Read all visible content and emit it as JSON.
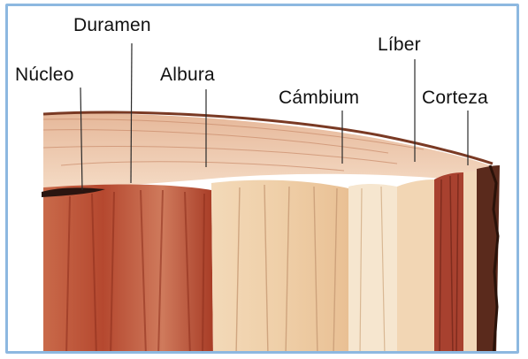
{
  "diagram": {
    "labels": {
      "nucleo": "Núcleo",
      "duramen": "Duramen",
      "albura": "Albura",
      "cambium": "Cámbium",
      "liber": "Líber",
      "corteza": "Corteza"
    },
    "colors": {
      "frame": "#8db8e0",
      "heartwood": "#b5482f",
      "heartwood_light": "#d9876a",
      "sapwood": "#f0d3b0",
      "cambium": "#f6e6cf",
      "phloem": "#a8412f",
      "bark": "#4a2418"
    }
  }
}
